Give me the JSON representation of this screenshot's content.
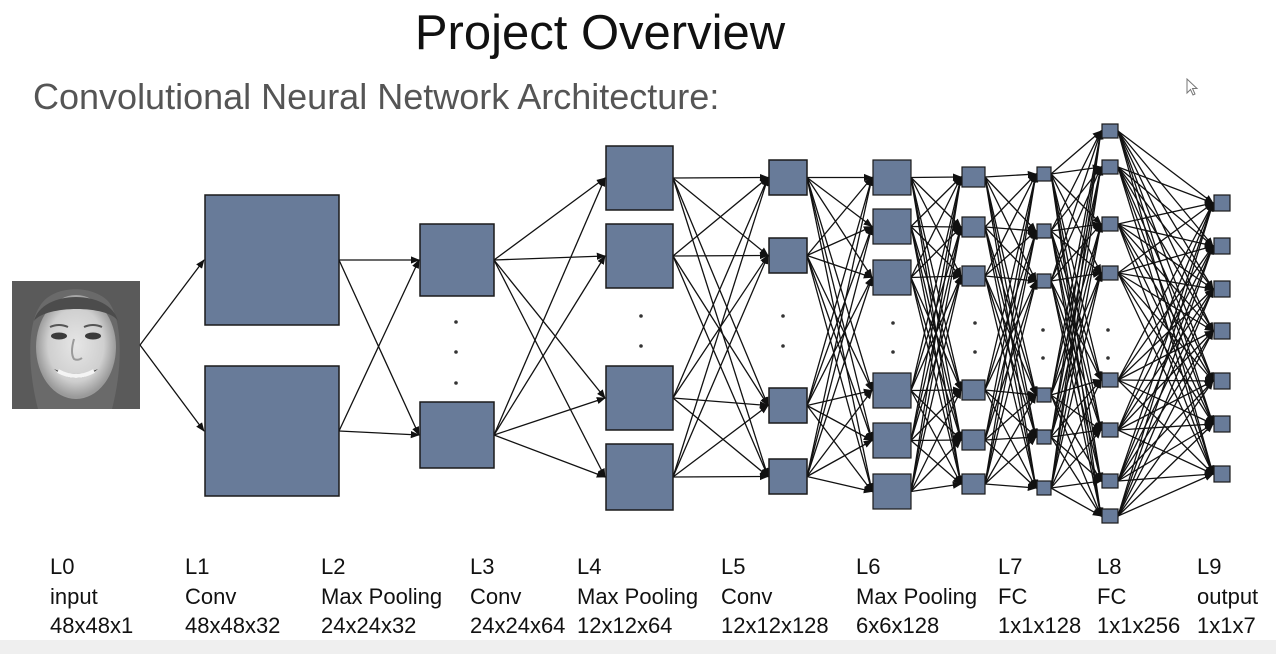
{
  "slide": {
    "title": "Project Overview",
    "subtitle": "Convolutional Neural Network Architecture:"
  },
  "colors": {
    "node_fill": "#687b99",
    "node_stroke": "#1a1a1a",
    "edge": "#111111"
  },
  "icons": [
    "mouse-pointer-icon",
    "input-face-image"
  ],
  "layers": [
    {
      "name": "L0",
      "type": "input",
      "size": "48x48x1"
    },
    {
      "name": "L1",
      "type": "Conv",
      "size": "48x48x32"
    },
    {
      "name": "L2",
      "type": "Max Pooling",
      "size": "24x24x32"
    },
    {
      "name": "L3",
      "type": "Conv",
      "size": "24x24x64"
    },
    {
      "name": "L4",
      "type": "Max Pooling",
      "size": "12x12x64"
    },
    {
      "name": "L5",
      "type": "Conv",
      "size": "12x12x128"
    },
    {
      "name": "L6",
      "type": "Max Pooling",
      "size": "6x6x128"
    },
    {
      "name": "L7",
      "type": "FC",
      "size": "1x1x128"
    },
    {
      "name": "L8",
      "type": "FC",
      "size": "1x1x256"
    },
    {
      "name": "L9",
      "type": "output",
      "size": "1x1x7"
    }
  ]
}
